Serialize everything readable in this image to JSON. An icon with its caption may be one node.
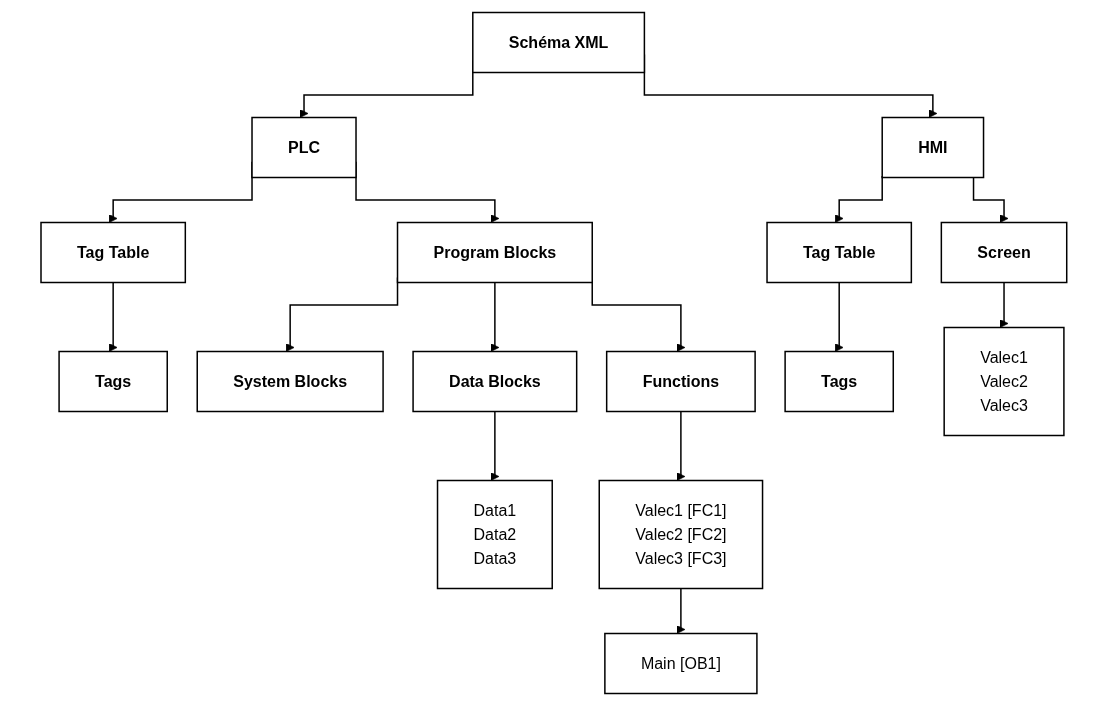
{
  "diagram": {
    "nodes": [
      {
        "text": [
          "Schéma XML"
        ]
      },
      {
        "text": [
          "PLC"
        ]
      },
      {
        "text": [
          "HMI"
        ]
      },
      {
        "text": [
          "Tag Table"
        ]
      },
      {
        "text": [
          "Program Blocks"
        ]
      },
      {
        "text": [
          "Tag Table"
        ]
      },
      {
        "text": [
          "Screen"
        ]
      },
      {
        "text": [
          "Tags"
        ]
      },
      {
        "text": [
          "System Blocks"
        ]
      },
      {
        "text": [
          "Data Blocks"
        ]
      },
      {
        "text": [
          "Functions"
        ]
      },
      {
        "text": [
          "Tags"
        ]
      },
      {
        "text": [
          "Valec1",
          "Valec2",
          "Valec3"
        ]
      },
      {
        "text": [
          "Data1",
          "Data2",
          "Data3"
        ]
      },
      {
        "text": [
          "Valec1 [FC1]",
          "Valec2 [FC2]",
          "Valec3 [FC3]"
        ]
      },
      {
        "text": [
          "Main [OB1]"
        ]
      }
    ],
    "edges": [
      {
        "from": 0,
        "to": 1,
        "arrow": "to"
      },
      {
        "from": 0,
        "to": 2,
        "arrow": "to"
      },
      {
        "from": 1,
        "to": 3,
        "arrow": "to"
      },
      {
        "from": 1,
        "to": 4,
        "arrow": "to"
      },
      {
        "from": 2,
        "to": 5,
        "arrow": "to"
      },
      {
        "from": 2,
        "to": 6,
        "arrow": "to"
      },
      {
        "from": 3,
        "to": 7,
        "arrow": "to"
      },
      {
        "from": 4,
        "to": 8,
        "arrow": "to"
      },
      {
        "from": 4,
        "to": 9,
        "arrow": "to"
      },
      {
        "from": 4,
        "to": 10,
        "arrow": "to"
      },
      {
        "from": 5,
        "to": 11,
        "arrow": "to"
      },
      {
        "from": 6,
        "to": 12,
        "arrow": "to"
      },
      {
        "from": 9,
        "to": 13,
        "arrow": "to"
      },
      {
        "from": 10,
        "to": 14,
        "arrow": "to"
      },
      {
        "from": 14,
        "to": 15,
        "arrow": "to"
      }
    ]
  }
}
